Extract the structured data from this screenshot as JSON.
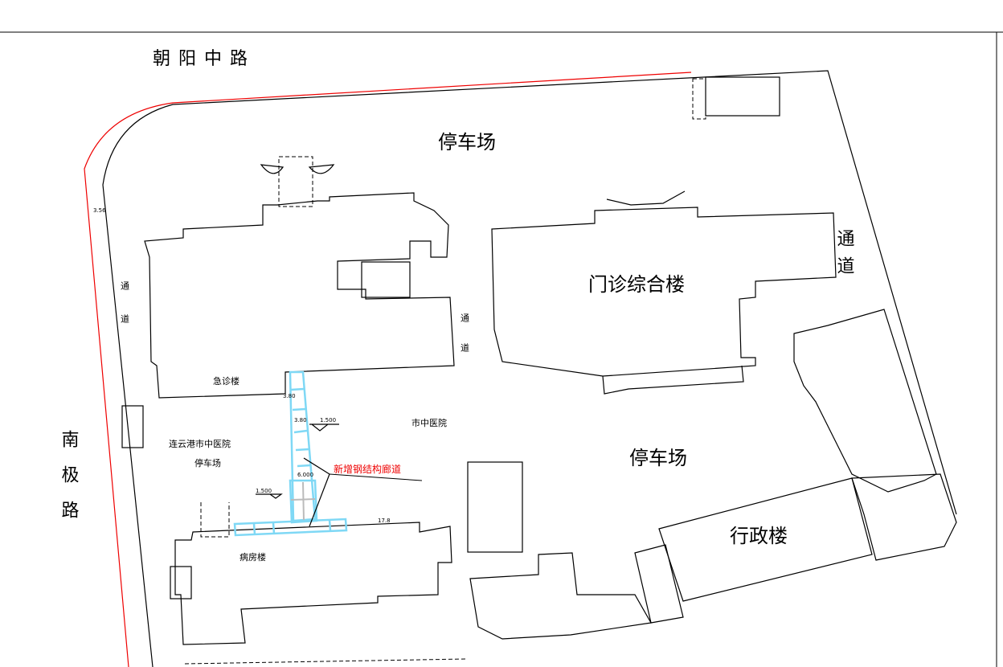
{
  "roads": {
    "north": "朝阳中路",
    "west": "南极路",
    "west_elev": "3.56"
  },
  "areas": {
    "parking_north": "停车场",
    "parking_center": "停车场",
    "outpatient": "门诊综合楼",
    "admin": "行政楼",
    "emergency": "急诊楼",
    "ward": "病房楼",
    "hospital": "市中医院",
    "lyg_hospital": "连云港市中医院",
    "lyg_parking": "停车场",
    "passage": "通道"
  },
  "annotation": {
    "corridor": "新增钢结构廊道",
    "corridor_color": "#ff0000"
  },
  "elevations": [
    "1.500",
    "6.000",
    "1.500",
    "3.80",
    "3.80",
    "17.8"
  ]
}
